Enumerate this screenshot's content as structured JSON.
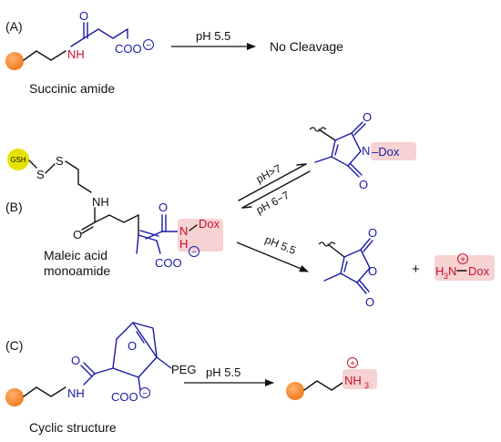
{
  "colors": {
    "bead": "#f07818",
    "bead_highlight": "#ffb070",
    "gsh_sphere": "#e6e300",
    "linker": "#111111",
    "cleavable_group": "#1a1aa8",
    "dox_label": "#c8102e",
    "dox_highlight": "#f6d2d2",
    "background": "#ffffff"
  },
  "panel_a": {
    "label": "(A)",
    "nh": "NH",
    "o": "O",
    "coo": "COO",
    "charge_minus": "−",
    "condition": "pH 5.5",
    "result": "No Cleavage",
    "caption": "Succinic amide"
  },
  "panel_b": {
    "label": "(B)",
    "gsh": "GSH",
    "s": "S",
    "nh": "NH",
    "o": "O",
    "nh_dox_n": "N",
    "nh_dox_h": "H",
    "dox": "Dox",
    "coo": "COO",
    "charge_minus": "−",
    "caption_line1": "Maleic acid",
    "caption_line2": "monoamide",
    "cond_forward": "pH>7",
    "cond_reverse": "pH 6−7",
    "cond_cleave": "pH 5.5",
    "imide_n": "N",
    "dash_dox": "–Dox",
    "anhydride_o": "O",
    "plus": "+",
    "h3n": "H",
    "h3n_sub": "3",
    "h3n_n": "N",
    "charge_plus": "+"
  },
  "panel_c": {
    "label": "(C)",
    "nh": "NH",
    "o": "O",
    "peg": "PEG",
    "coo": "COO",
    "charge_minus": "−",
    "condition": "pH 5.5",
    "nh3": "NH",
    "nh3_sub": "3",
    "charge_plus": "+",
    "caption": "Cyclic structure"
  }
}
